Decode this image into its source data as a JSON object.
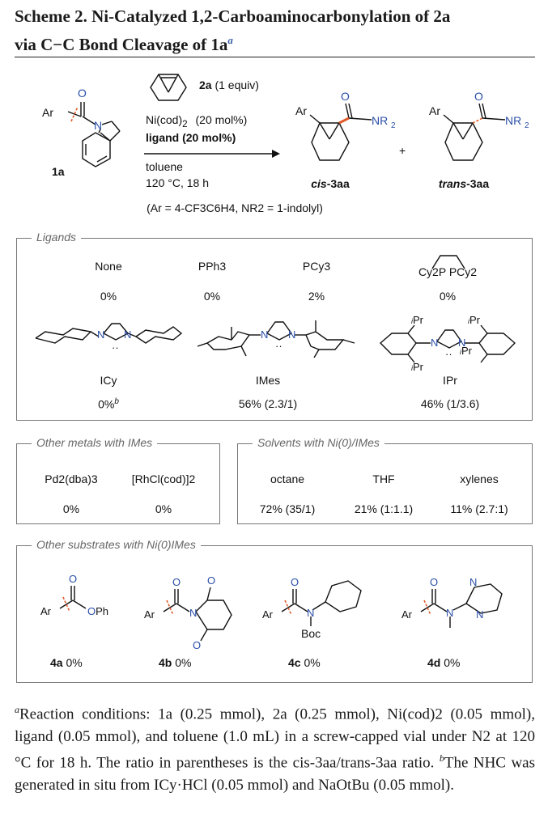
{
  "title": {
    "line1": "Scheme 2. Ni-Catalyzed 1,2-Carboaminocarbonylation of 2a",
    "line2": "via C−C Bond Cleavage of 1a",
    "mark": "a"
  },
  "reaction": {
    "sm_label": "1a",
    "reagent_2a": "2a",
    "reagent_2a_equiv": "(1 equiv)",
    "catalyst": "Ni(cod)",
    "catalyst_sub": "2",
    "catalyst_amt": "(20 mol%)",
    "ligand_text": "ligand  (20 mol%)",
    "solvent": "toluene",
    "conditions": "120 °C, 18 h",
    "plus": "+",
    "product_cis_prefix": "cis",
    "product_cis_suffix": "-3aa",
    "product_trans_prefix": "trans",
    "product_trans_suffix": "-3aa",
    "definition": "(Ar = 4-CF3C6H4, NR2 = 1-indolyl)"
  },
  "ligands": {
    "section_label": "Ligands",
    "items": [
      {
        "name": "None",
        "yield": "0%"
      },
      {
        "name": "PPh3",
        "yield": "0%"
      },
      {
        "name": "PCy3",
        "yield": "2%"
      },
      {
        "name": "Cy2P  PCy2",
        "yield": "0%"
      },
      {
        "name": "ICy",
        "yield": "0%",
        "mark": "b"
      },
      {
        "name": "IMes",
        "yield": "56% (2.3/1)"
      },
      {
        "name": "IPr",
        "yield": "46% (1/3.6)"
      }
    ]
  },
  "metals": {
    "section_label": "Other metals with IMes",
    "items": [
      {
        "name": "Pd2(dba)3",
        "yield": "0%"
      },
      {
        "name": "[RhCl(cod)]2",
        "yield": "0%"
      }
    ]
  },
  "solvents": {
    "section_label": "Solvents with Ni(0)/IMes",
    "items": [
      {
        "name": "octane",
        "yield": "72% (35/1)"
      },
      {
        "name": "THF",
        "yield": "21% (1:1.1)"
      },
      {
        "name": "xylenes",
        "yield": "11% (2.7:1)"
      }
    ]
  },
  "substrates": {
    "section_label": "Other substrates with Ni(0)IMes",
    "items": [
      {
        "id": "4a",
        "yield": "0%",
        "group": "OPh"
      },
      {
        "id": "4b",
        "yield": "0%"
      },
      {
        "id": "4c",
        "yield": "0%",
        "group": "Boc"
      },
      {
        "id": "4d",
        "yield": "0%"
      }
    ]
  },
  "footnote": {
    "a_mark": "a",
    "a_text": "Reaction conditions: 1a (0.25 mmol), 2a (0.25 mmol), Ni(cod)2 (0.05 mmol), ligand (0.05 mmol), and toluene (1.0 mL) in a screw-capped vial under N2 at 120 °C for 18 h. The ratio in parentheses is the cis-3aa/trans-3aa ratio.",
    "b_mark": "b",
    "b_text": "The NHC was generated in situ from ICy·HCl (0.05 mmol) and NaOtBu (0.05 mmol)."
  },
  "colors": {
    "title_text": "#1a1a1a",
    "oxygen_nitrogen": "#2a4fa8",
    "bond_highlight": "#e05a2a",
    "box_border": "#777777",
    "box_label": "#666666"
  }
}
